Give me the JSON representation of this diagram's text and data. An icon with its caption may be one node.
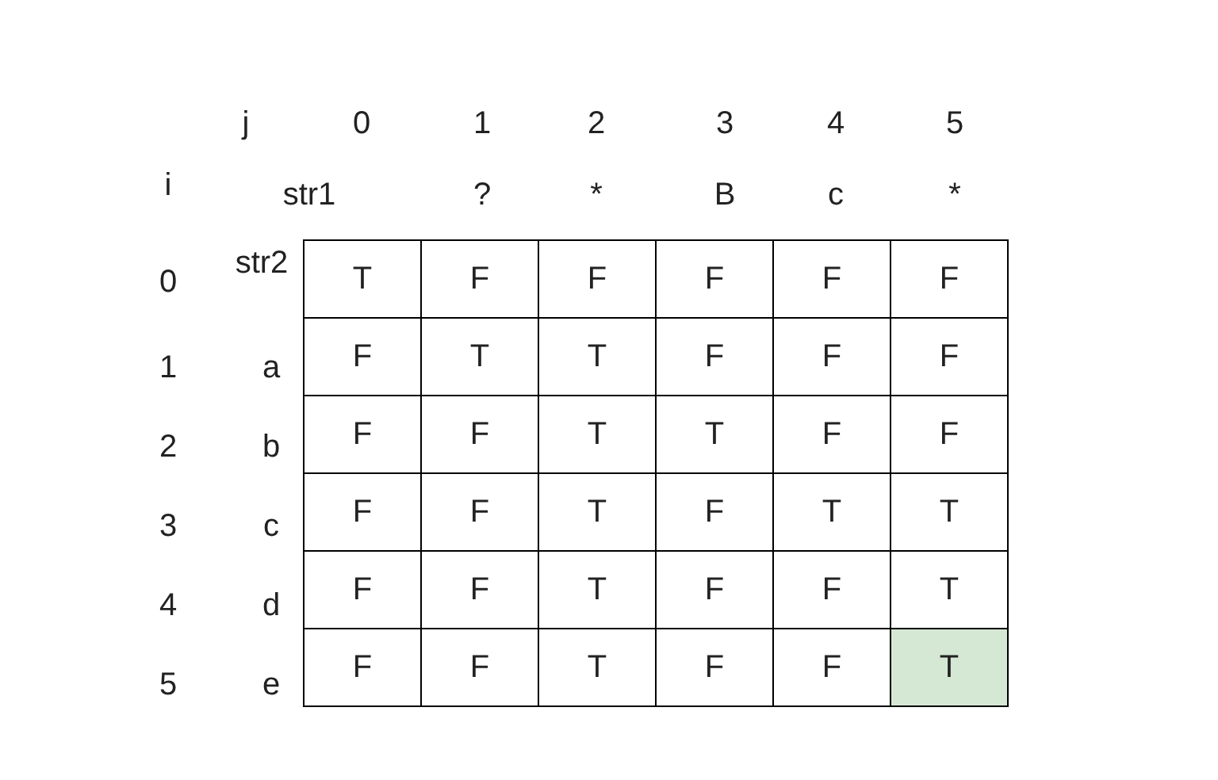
{
  "diagram": {
    "labels": [
      "j",
      "0",
      "1",
      "2",
      "3",
      "4",
      "5",
      "i",
      "str1",
      "?",
      "*",
      "B",
      "c",
      "*",
      "0",
      "str2",
      "T",
      "F",
      "F",
      "F",
      "F",
      "F",
      "1",
      "a",
      "F",
      "T",
      "T",
      "F",
      "F",
      "F",
      "2",
      "b",
      "F",
      "F",
      "T",
      "T",
      "F",
      "F",
      "3",
      "c",
      "F",
      "F",
      "T",
      "F",
      "T",
      "T",
      "4",
      "d",
      "F",
      "F",
      "T",
      "F",
      "F",
      "T",
      "5",
      "e",
      "F",
      "F",
      "T",
      "F",
      "F",
      "T"
    ]
  }
}
